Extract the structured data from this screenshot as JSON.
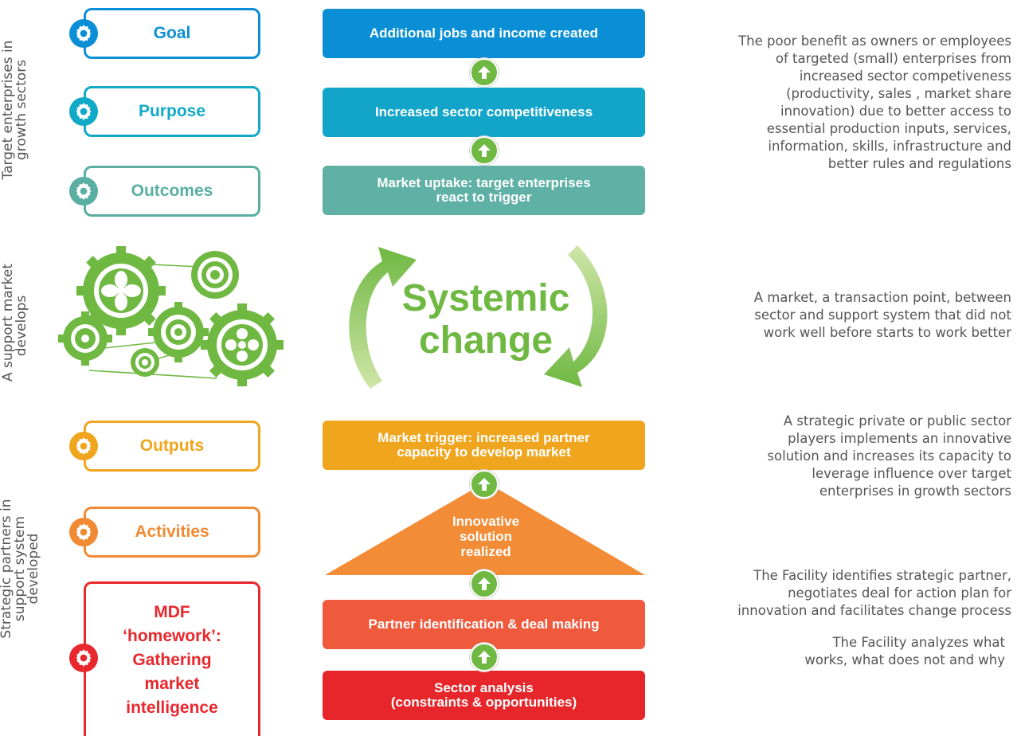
{
  "side_labels": {
    "target": [
      "Target enterprises in",
      "growth sectors"
    ],
    "support": [
      "A support market",
      "develops"
    ],
    "strategic": [
      "Strategic partners in",
      "support system",
      "developed"
    ]
  },
  "left_boxes": {
    "goal": "Goal",
    "purpose": "Purpose",
    "outcomes": "Outcomes",
    "outputs": "Outputs",
    "activities": "Activities",
    "homework": [
      "MDF",
      "‘homework’:",
      "Gathering",
      "market",
      "intelligence"
    ]
  },
  "center_boxes": {
    "jobs": "Additional jobs and income created",
    "competitiveness": "Increased sector competitiveness",
    "uptake": [
      "Market uptake: target enterprises",
      "react to trigger"
    ],
    "trigger": [
      "Market trigger: increased partner",
      "capacity to develop market"
    ],
    "innovative": [
      "Innovative",
      "solution",
      "realized"
    ],
    "partner": "Partner identification & deal making",
    "analysis": [
      "Sector analysis",
      "(constraints & opportunities)"
    ]
  },
  "systemic": [
    "Systemic",
    "change"
  ],
  "right_texts": {
    "poor": "The poor benefit as owners or employees\nof targeted (small) enterprises from\nincreased sector competiveness\n(productivity, sales , market share\ninnovation) due to better access to\nessential production inputs, services,\ninformation, skills, infrastructure and\nbetter rules and regulations",
    "market": "A market, a transaction point, between\nsector and support system  that did not\nwork well before starts to work better",
    "strategic": "A strategic private or public sector\nplayers implements an innovative\nsolution and increases its capacity to\nleverage influence over target\nenterprises in growth sectors",
    "facility_partner": "The Facility identifies strategic partner,\nnegotiates deal for action plan for\ninnovation and facilitates change process",
    "facility_analyzes": "The Facility analyzes what\nworks, what does not and why"
  },
  "colors": {
    "goal": "#0a8fd6",
    "purpose": "#11a9c6",
    "outcomes": "#5aaea2",
    "outputs": "#efa51d",
    "activities": "#f08a33",
    "homework": "#e8282d",
    "jobs": "#0a8fd6",
    "competitiveness": "#12a5c9",
    "uptake": "#5fb0a5",
    "trigger": "#efa51d",
    "innovative": "#f28c36",
    "partner": "#ef5a3d",
    "analysis": "#e6262b",
    "green": "#6fb842"
  },
  "icons": {
    "gear": "gear-icon",
    "arrow": "up-arrow-icon",
    "gear_cluster": "gears-illustration",
    "cycle": "cycle-arrows-icon"
  }
}
